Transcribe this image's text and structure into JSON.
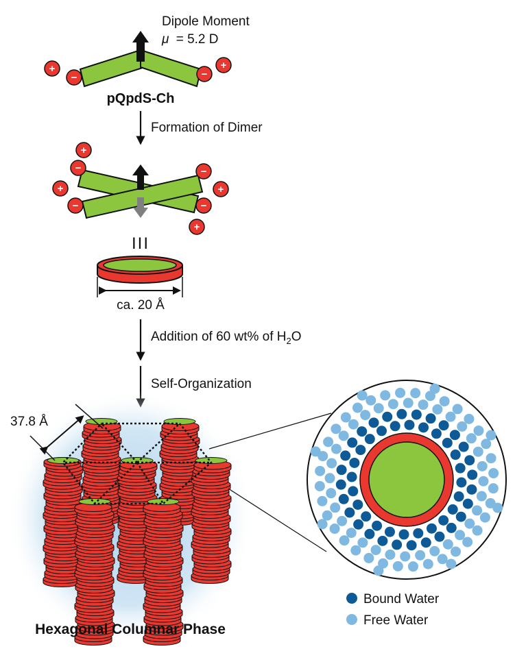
{
  "top_molecule": {
    "dipole_title": "Dipole Moment",
    "dipole_symbol": "μ",
    "dipole_value": "= 5.2 D",
    "name": "pQpdS-Ch"
  },
  "steps": {
    "dimer": "Formation of Dimer",
    "addition_prefix": "Addition of 60 wt% of H",
    "addition_sub": "2",
    "addition_suffix": "O",
    "self_org": "Self-Organization"
  },
  "disc": {
    "equivalence_symbol": "III",
    "size_label": "ca. 20 Å"
  },
  "column_phase": {
    "spacing_label": "37.8 Å",
    "title": "Hexagonal Columnar Phase"
  },
  "charges": {
    "plus": "+",
    "minus": "−"
  },
  "legend": {
    "bound_water": "Bound Water",
    "free_water": "Free Water"
  },
  "colors": {
    "core_green": "#8cc63f",
    "ring_red": "#e8382f",
    "bound_water": "#0d5a96",
    "free_water": "#7fb8e0",
    "column_glow": "#b9d8ee",
    "arrow": "#111111",
    "arrow_grey": "#808080"
  }
}
